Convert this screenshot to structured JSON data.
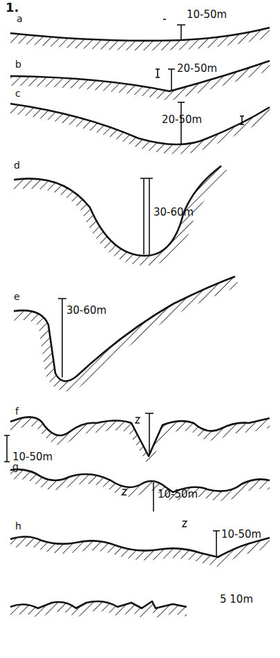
{
  "diagram": {
    "labels": [
      "1.",
      "a",
      "10-50m",
      "b",
      "20-50m",
      "c",
      "20-50m",
      "d",
      "30-60m",
      "e",
      "30-60m",
      "f",
      "10-50m",
      "g",
      "10-50m",
      "h",
      "10-50m",
      "5 10m"
    ]
  }
}
